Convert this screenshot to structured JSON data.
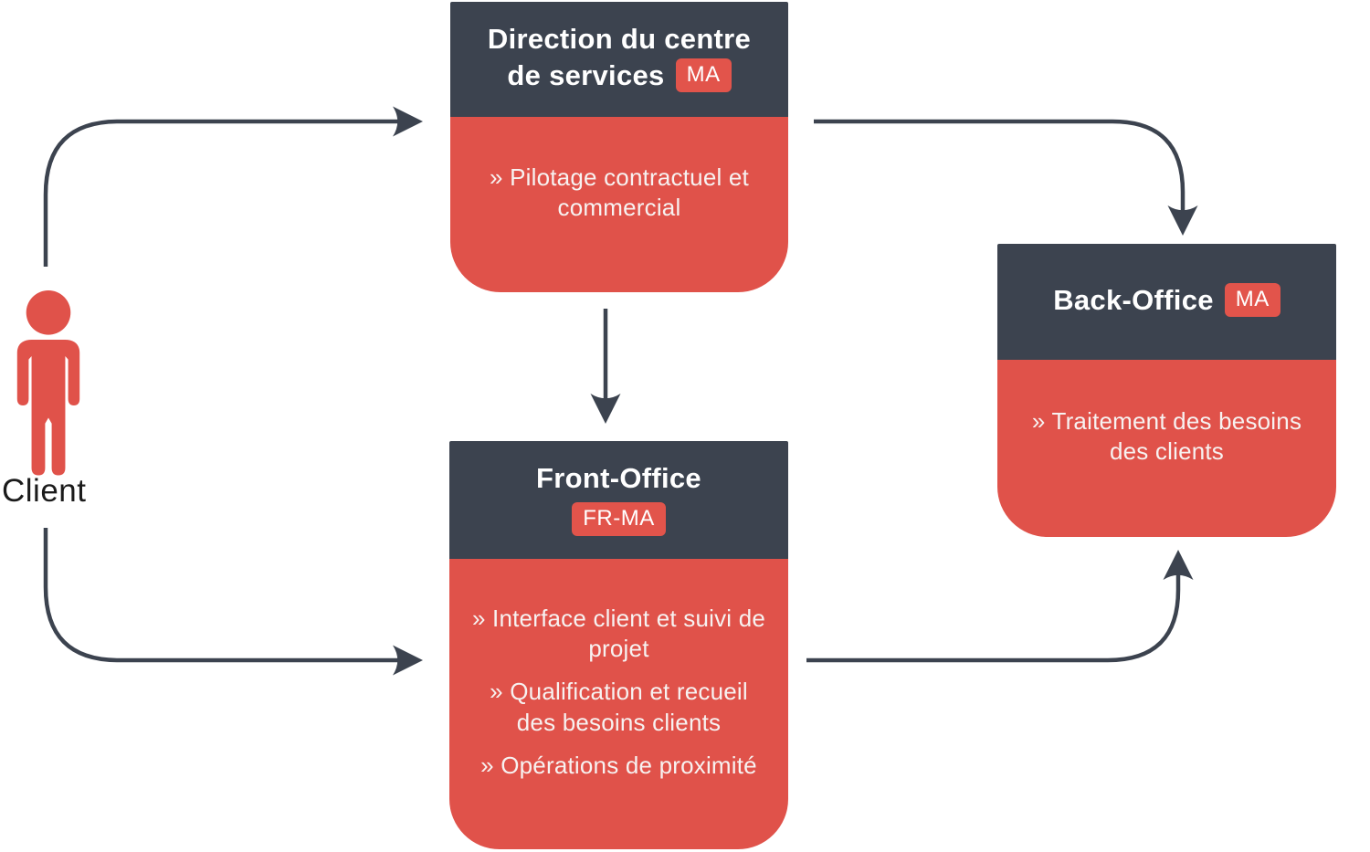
{
  "palette": {
    "dark_slate": "#3C434F",
    "red": "#E0524A",
    "badge_red": "#E2544B",
    "body_text": "#F7F2F1",
    "title_text": "#FFFFFF",
    "arrow": "#3C434F",
    "client_label_text": "#1B1B1B"
  },
  "client": {
    "label": "Client"
  },
  "nodes": {
    "direction": {
      "title_line1": "Direction du centre",
      "title_line2": "de services",
      "badge": "MA",
      "bullets": [
        "» Pilotage contractuel et commercial"
      ]
    },
    "front_office": {
      "title": "Front-Office",
      "badge": "FR-MA",
      "bullets": [
        "» Interface client et suivi de projet",
        "» Qualification et recueil des besoins clients",
        "» Opérations de proximité"
      ]
    },
    "back_office": {
      "title": "Back-Office",
      "badge": "MA",
      "bullets": [
        "» Traitement des besoins des clients"
      ]
    }
  }
}
